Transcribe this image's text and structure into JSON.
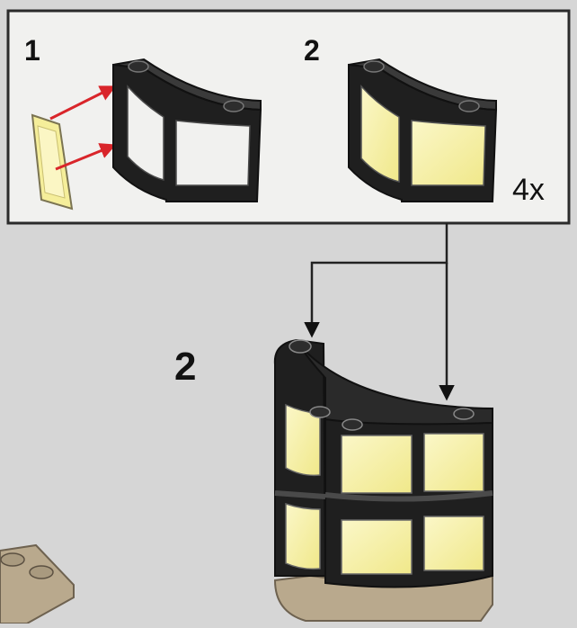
{
  "colors": {
    "page_background": "#d6d6d6",
    "panel_background": "#f1f1ef",
    "panel_border": "#2b2b2b",
    "brick_black": "#1f1f1f",
    "brick_edge": "#4a4a4a",
    "window_yellow": "#f4ee9c",
    "window_yellow_light": "#fbf7c8",
    "arrow_red": "#d9252a",
    "connector_line": "#222222",
    "tan_base": "#b9a98d"
  },
  "subassembly": {
    "step_1_label": "1",
    "step_2_label": "2",
    "multiplier": "4x"
  },
  "main": {
    "step_label": "2"
  },
  "icons": {
    "insert_arrows": "red-arrow-icon",
    "placement_arrows": "black-arrow-icon"
  }
}
